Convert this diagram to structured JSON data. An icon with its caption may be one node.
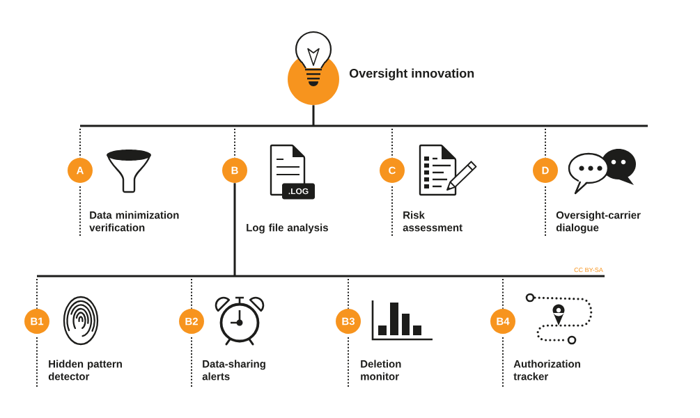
{
  "diagram": {
    "nodes": [
      {
        "text": [
          "Oversight innovation"
        ]
      },
      {
        "text": [
          "A"
        ],
        "beside": [
          "Data minimization verification"
        ]
      },
      {
        "text": [
          "B"
        ],
        "beside": [
          "Log file analysis"
        ]
      },
      {
        "text": [
          "C"
        ],
        "beside": [
          "Risk assessment"
        ]
      },
      {
        "text": [
          "D"
        ],
        "beside": [
          "Oversight-carrier dialogue"
        ]
      },
      {
        "text": [
          "B1"
        ],
        "beside": [
          "Hidden pattern detector"
        ]
      },
      {
        "text": [
          "B2"
        ],
        "beside": [
          "Data-sharing alerts"
        ]
      },
      {
        "text": [
          "B3"
        ],
        "beside": [
          "Deletion monitor"
        ]
      },
      {
        "text": [
          "B4"
        ],
        "beside": [
          "Authorization tracker"
        ]
      }
    ],
    "edges": [
      {
        "from": 0,
        "to": 1,
        "arrow": "none"
      },
      {
        "from": 0,
        "to": 2,
        "arrow": "none"
      },
      {
        "from": 0,
        "to": 3,
        "arrow": "none"
      },
      {
        "from": 0,
        "to": 4,
        "arrow": "none"
      },
      {
        "from": 2,
        "to": 5,
        "arrow": "none"
      },
      {
        "from": 2,
        "to": 6,
        "arrow": "none"
      },
      {
        "from": 2,
        "to": 7,
        "arrow": "none"
      },
      {
        "from": 2,
        "to": 8,
        "arrow": "none"
      }
    ],
    "labels": [
      ".LOG",
      "CC BY-SA"
    ]
  }
}
